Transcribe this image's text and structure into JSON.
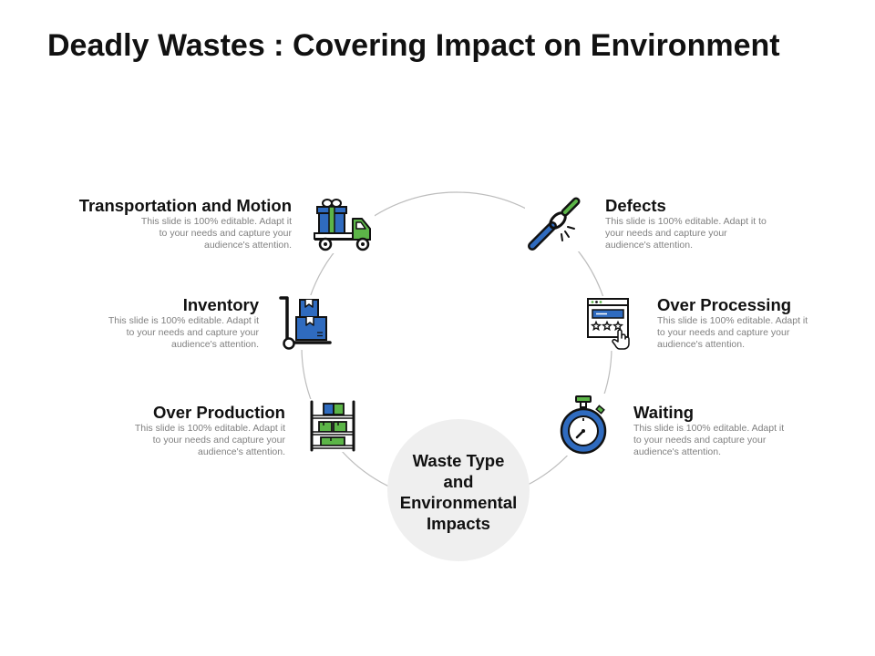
{
  "title": "Deadly Wastes : Covering Impact on Environment",
  "colors": {
    "blue": "#2f6bbf",
    "green": "#5cb548",
    "ring": "#bdbdbd",
    "center_fill": "#efefef",
    "description_text": "#808080"
  },
  "center": {
    "lines": [
      "Waste Type",
      "and",
      "Environmental",
      "Impacts"
    ]
  },
  "items": [
    {
      "title": "Transportation and Motion",
      "icon": "truck-icon",
      "desc_lines": [
        "This slide is 100% editable. Adapt it",
        "to your needs and capture your",
        "audience's attention."
      ]
    },
    {
      "title": "Defects",
      "icon": "broken-chain-icon",
      "desc_lines": [
        "This slide is 100% editable. Adapt it to",
        "your needs and capture your",
        "audience's attention."
      ]
    },
    {
      "title": "Inventory",
      "icon": "hand-truck-boxes-icon",
      "desc_lines": [
        "This slide is 100% editable. Adapt it",
        "to your needs and capture your",
        "audience's attention."
      ]
    },
    {
      "title": "Over Processing",
      "icon": "browser-rating-icon",
      "desc_lines": [
        "This slide is 100% editable. Adapt it",
        "to your needs and capture your",
        "audience's attention."
      ]
    },
    {
      "title": "Over Production",
      "icon": "shelf-boxes-icon",
      "desc_lines": [
        "This slide is 100% editable. Adapt it",
        "to your needs and capture your",
        "audience's attention."
      ]
    },
    {
      "title": "Waiting",
      "icon": "stopwatch-icon",
      "desc_lines": [
        "This slide is 100% editable. Adapt it",
        "to your needs and capture your",
        "audience's attention."
      ]
    }
  ]
}
